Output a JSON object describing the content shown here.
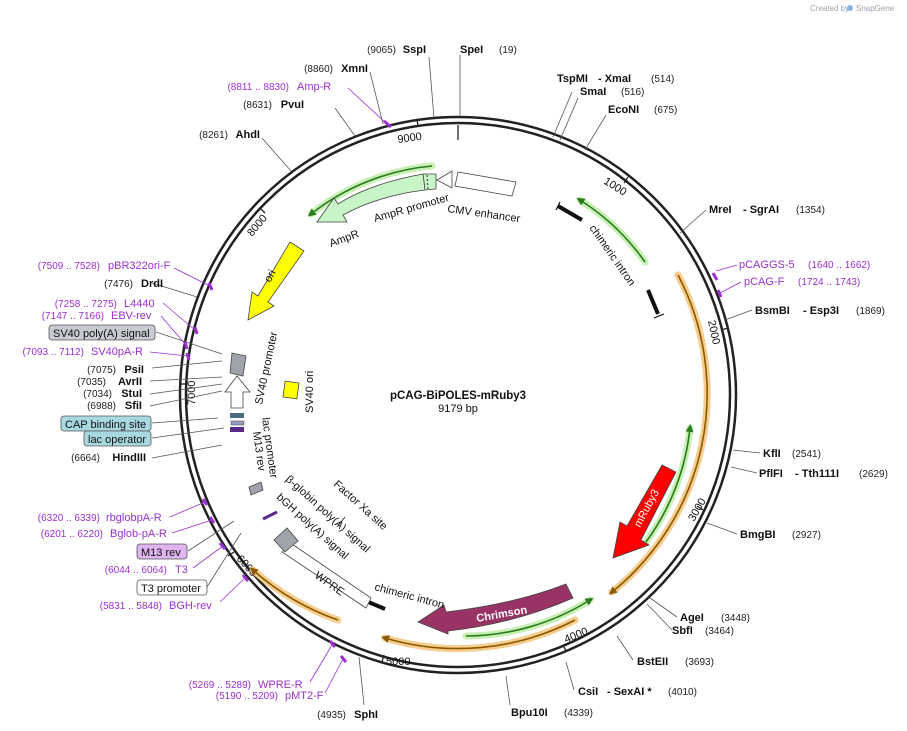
{
  "credit": {
    "text": "Created by",
    "brand": "SnapGene"
  },
  "plasmid": {
    "name": "pCAG-BiPOLES-mRuby3",
    "length": "9179 bp"
  },
  "ticks": [
    "1000",
    "2000",
    "3000",
    "4000",
    "5000",
    "6000",
    "7000",
    "8000",
    "9000"
  ],
  "sites_right": [
    {
      "name": "SpeI",
      "pos": "(19)"
    },
    {
      "name": "TspMI",
      "name2": "- XmaI",
      "pos": "(514)"
    },
    {
      "name": "SmaI",
      "pos": "(516)"
    },
    {
      "name": "EcoNI",
      "pos": "(675)"
    },
    {
      "name": "MreI",
      "name2": "- SgrAI",
      "pos": "(1354)"
    },
    {
      "name": "BsmBI",
      "name2": "- Esp3I",
      "pos": "(1869)"
    },
    {
      "name": "KflI",
      "pos": "(2541)"
    },
    {
      "name": "PflFI",
      "name2": "- Tth111I",
      "pos": "(2629)"
    },
    {
      "name": "BmgBI",
      "pos": "(2927)"
    },
    {
      "name": "AgeI",
      "pos": "(3448)"
    },
    {
      "name": "SbfI",
      "pos": "(3464)"
    },
    {
      "name": "BstEII",
      "pos": "(3693)"
    },
    {
      "name": "CsiI",
      "name2": "- SexAI *",
      "pos": "(4010)"
    },
    {
      "name": "Bpu10I",
      "pos": "(4339)"
    }
  ],
  "sites_left": [
    {
      "name": "SspI",
      "pos": "(9065)"
    },
    {
      "name": "XmnI",
      "pos": "(8860)"
    },
    {
      "name": "PvuI",
      "pos": "(8631)"
    },
    {
      "name": "AhdI",
      "pos": "(8261)"
    },
    {
      "name": "DrdI",
      "pos": "(7476)"
    },
    {
      "name": "PsiI",
      "pos": "(7075)"
    },
    {
      "name": "AvrII",
      "pos": "(7035)"
    },
    {
      "name": "StuI",
      "pos": "(7034)"
    },
    {
      "name": "SfiI",
      "pos": "(6988)"
    },
    {
      "name": "HindIII",
      "pos": "(6664)"
    },
    {
      "name": "SphI",
      "pos": "(4935)"
    }
  ],
  "primers": [
    {
      "name": "Amp-R",
      "range": "(8811 .. 8830)"
    },
    {
      "name": "pCAGGS-5",
      "range": "(1640 .. 1662)"
    },
    {
      "name": "pCAG-F",
      "range": "(1724 .. 1743)"
    },
    {
      "name": "pBR322ori-F",
      "range": "(7509 .. 7528)"
    },
    {
      "name": "L4440",
      "range": "(7258 .. 7275)"
    },
    {
      "name": "EBV-rev",
      "range": "(7147 .. 7166)"
    },
    {
      "name": "SV40pA-R",
      "range": "(7093 .. 7112)"
    },
    {
      "name": "rbglobpA-R",
      "range": "(6320 .. 6339)"
    },
    {
      "name": "Bglob-pA-R",
      "range": "(6201 .. 6220)"
    },
    {
      "name": "T3",
      "range": "(6044 .. 6064)"
    },
    {
      "name": "BGH-rev",
      "range": "(5831 .. 5848)"
    },
    {
      "name": "WPRE-R",
      "range": "(5269 .. 5289)"
    },
    {
      "name": "pMT2-F",
      "range": "(5190 .. 5209)"
    }
  ],
  "boxed": {
    "sv40_polya": "SV40 poly(A) signal",
    "cap_site": "CAP binding site",
    "lac_operator": "lac operator",
    "m13_rev": "M13 rev",
    "t3_promoter": "T3 promoter"
  },
  "features": {
    "cmv_enhancer": "CMV enhancer",
    "ampr_promoter": "AmpR promoter",
    "ampr": "AmpR",
    "ori": "ori",
    "chimeric_intron_top": "chimeric intron",
    "sv40_promoter": "SV40 promoter",
    "sv40_ori": "SV40 ori",
    "lac_promoter": "lac promoter",
    "m13_rev": "M13 rev",
    "factor_xa": "Factor Xa site",
    "beta_globin": "β-globin poly(A) signal",
    "bgh_polya": "bGH poly(A) signal",
    "wpre": "WPRE",
    "chimeric_intron_bottom": "chimeric intron",
    "mruby3": "mRuby3",
    "chrimson": "Chrimson"
  },
  "colors": {
    "backbone": "#222222",
    "ampr": "#c8f5c8",
    "ori": "#ffff00",
    "mruby3": "#ff0000",
    "chrimson": "#993366",
    "primer": "#9b30d0",
    "orf_highlight": "#f5c882",
    "green_highlight": "#c8f0b4"
  }
}
